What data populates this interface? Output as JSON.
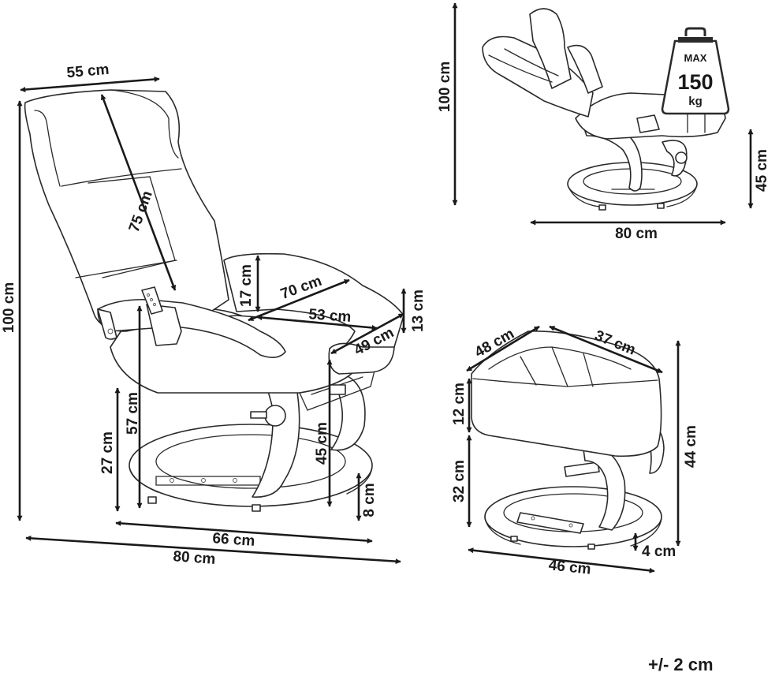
{
  "chair": {
    "width_top": "55 cm",
    "backrest_len": "75 cm",
    "height_total": "100 cm",
    "armrest_h": "17 cm",
    "depth_diag": "70 cm",
    "seat_depth": "53 cm",
    "seat_thick": "13 cm",
    "seat_width": "49 cm",
    "seat_height": "57 cm",
    "seat_front_h": "45 cm",
    "arm_low_h": "27 cm",
    "base_h": "8 cm",
    "base_width": "66 cm",
    "total_width": "80 cm"
  },
  "recline": {
    "height": "100 cm",
    "seat_h": "45 cm",
    "length": "80 cm",
    "max_label": "MAX",
    "max_value": "150",
    "max_unit": "kg"
  },
  "ottoman": {
    "depth": "48 cm",
    "width": "37 cm",
    "cushion_h": "12 cm",
    "leg_h": "32 cm",
    "total_h": "44 cm",
    "base_h": "4 cm",
    "base_w": "46 cm"
  },
  "tolerance": "+/- 2 cm"
}
